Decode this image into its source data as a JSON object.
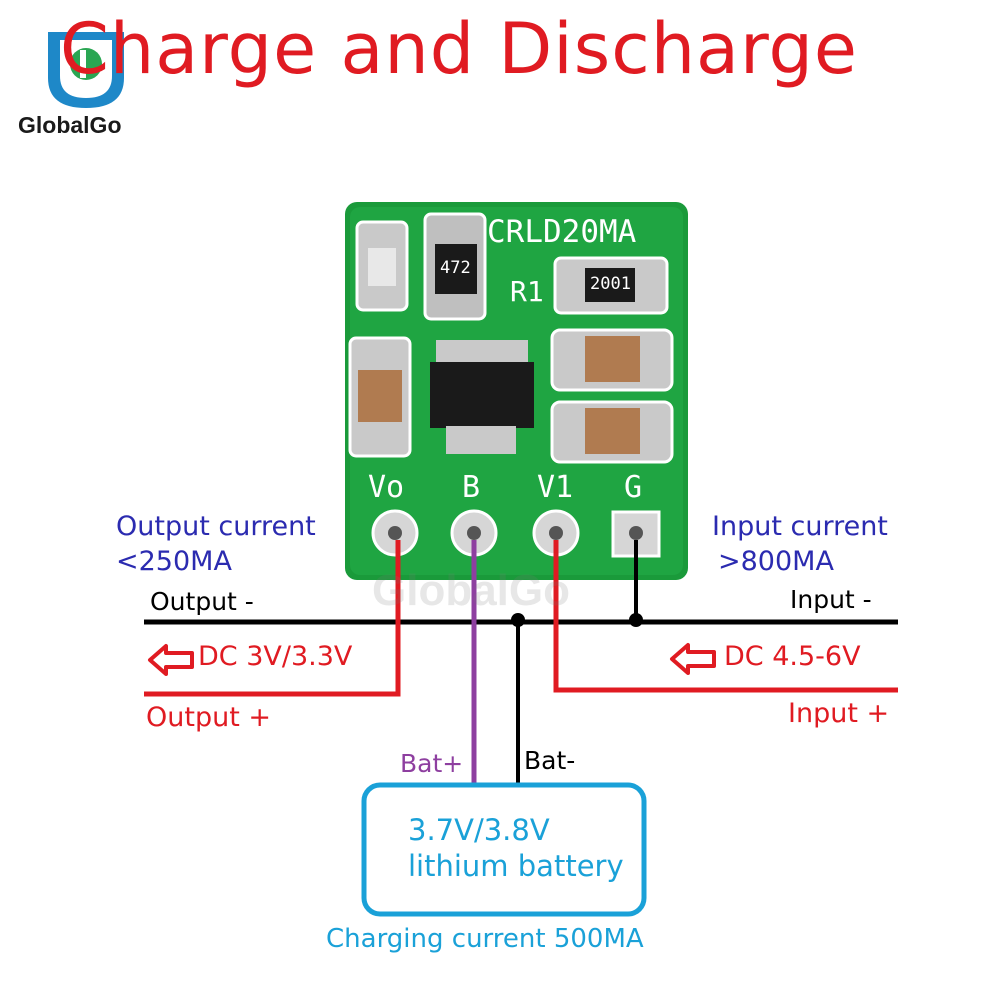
{
  "title": "Charge and Discharge",
  "logo": {
    "text": "GlobalGo",
    "icon": "globalgo-logo-icon"
  },
  "watermark": "GlobalGo",
  "board": {
    "model": "CRLD20MA",
    "r1_label": "R1",
    "r1_marking": "2001",
    "inductor_marking": "472",
    "pins": [
      "Vo",
      "B",
      "V1",
      "G"
    ]
  },
  "labels": {
    "output_current": "Output current",
    "output_current_value": "<250MA",
    "input_current": "Input current",
    "input_current_value": ">800MA",
    "output_minus": "Output -",
    "input_minus": "Input -",
    "output_voltage": "DC 3V/3.3V",
    "input_voltage": "DC 4.5-6V",
    "output_plus": "Output +",
    "input_plus": "Input +",
    "bat_plus": "Bat+",
    "bat_minus": "Bat-",
    "battery_line1": "3.7V/3.8V",
    "battery_line2": "lithium battery",
    "charging_current": "Charging current 500MA"
  },
  "colors": {
    "title": "#e01b22",
    "positive_wire": "#e01b22",
    "negative_wire": "#000000",
    "battery_wire": "#8e3fa0",
    "battery_box": "#1aa1d8",
    "current_label": "#2b2bb0",
    "pcb": "#1a9a3a"
  }
}
